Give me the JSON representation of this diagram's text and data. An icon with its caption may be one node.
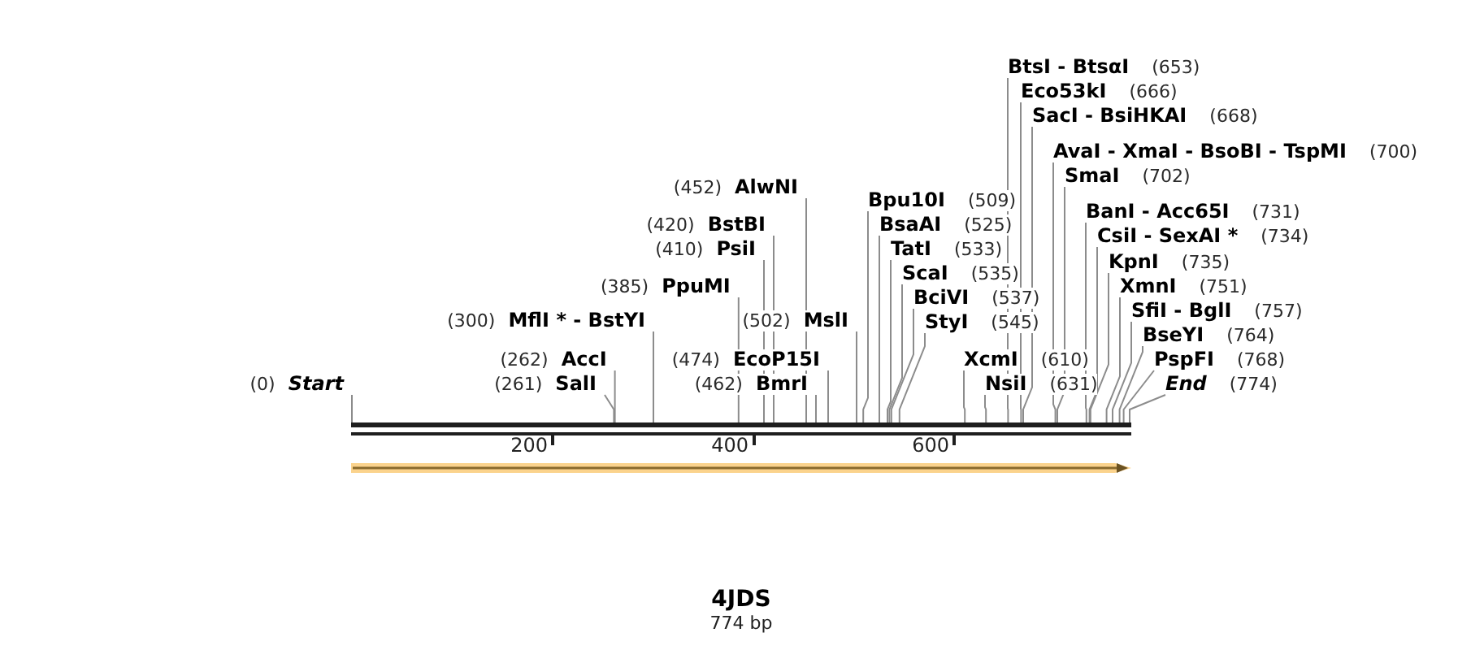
{
  "diagram": {
    "title": "4JDS",
    "caption": "774 bp",
    "nodes": [
      {
        "text": [
          "BtsI - BtsαI",
          "(653)"
        ]
      },
      {
        "text": [
          "Eco53kI",
          "(666)"
        ]
      },
      {
        "text": [
          "SacI - BsiHKAI",
          "(668)"
        ]
      },
      {
        "text": [
          "AvaI - XmaI - BsoBI - TspMI",
          "(700)"
        ]
      },
      {
        "text": [
          "SmaI",
          "(702)"
        ]
      },
      {
        "text": [
          "(452)",
          "AlwNI"
        ]
      },
      {
        "text": [
          "Bpu10I",
          "(509)"
        ]
      },
      {
        "text": [
          "BanI - Acc65I",
          "(731)"
        ]
      },
      {
        "text": [
          "(420)",
          "BstBI"
        ]
      },
      {
        "text": [
          "BsaAI",
          "(525)"
        ]
      },
      {
        "text": [
          "CsiI - SexAI *",
          "(734)"
        ]
      },
      {
        "text": [
          "(410)",
          "PsiI"
        ]
      },
      {
        "text": [
          "TatI",
          "(533)"
        ]
      },
      {
        "text": [
          "KpnI",
          "(735)"
        ]
      },
      {
        "text": [
          "ScaI",
          "(535)"
        ]
      },
      {
        "text": [
          "(385)",
          "PpuMI"
        ]
      },
      {
        "text": [
          "XmnI",
          "(751)"
        ]
      },
      {
        "text": [
          "BciVI",
          "(537)"
        ]
      },
      {
        "text": [
          "SfiI - BglI",
          "(757)"
        ]
      },
      {
        "text": [
          "(300)",
          "MflI * - BstYI"
        ]
      },
      {
        "text": [
          "(502)",
          "MslI"
        ]
      },
      {
        "text": [
          "StyI",
          "(545)"
        ]
      },
      {
        "text": [
          "BseYI",
          "(764)"
        ]
      },
      {
        "text": [
          "(262)",
          "AccI"
        ]
      },
      {
        "text": [
          "(474)",
          "EcoP15I"
        ]
      },
      {
        "text": [
          "XcmI",
          "(610)"
        ]
      },
      {
        "text": [
          "PspFI",
          "(768)"
        ]
      },
      {
        "text": [
          "(0)",
          "Start"
        ]
      },
      {
        "text": [
          "(261)",
          "SalI"
        ]
      },
      {
        "text": [
          "(462)",
          "BmrI"
        ]
      },
      {
        "text": [
          "NsiI",
          "(631)"
        ]
      },
      {
        "text": [
          "End",
          "(774)"
        ]
      },
      {
        "text": [],
        "shape": "bar"
      }
    ],
    "edges": [
      {
        "from": 0,
        "to": 32,
        "arrow": "none"
      },
      {
        "from": 1,
        "to": 32,
        "arrow": "none"
      },
      {
        "from": 2,
        "to": 32,
        "arrow": "none"
      },
      {
        "from": 3,
        "to": 32,
        "arrow": "none"
      },
      {
        "from": 4,
        "to": 32,
        "arrow": "none"
      },
      {
        "from": 5,
        "to": 32,
        "arrow": "none"
      },
      {
        "from": 6,
        "to": 32,
        "arrow": "none"
      },
      {
        "from": 7,
        "to": 32,
        "arrow": "none"
      },
      {
        "from": 8,
        "to": 32,
        "arrow": "none"
      },
      {
        "from": 9,
        "to": 32,
        "arrow": "none"
      },
      {
        "from": 10,
        "to": 32,
        "arrow": "none"
      },
      {
        "from": 11,
        "to": 32,
        "arrow": "none"
      },
      {
        "from": 12,
        "to": 32,
        "arrow": "none"
      },
      {
        "from": 13,
        "to": 32,
        "arrow": "none"
      },
      {
        "from": 14,
        "to": 32,
        "arrow": "none"
      },
      {
        "from": 15,
        "to": 32,
        "arrow": "none"
      },
      {
        "from": 16,
        "to": 32,
        "arrow": "none"
      },
      {
        "from": 17,
        "to": 32,
        "arrow": "none"
      },
      {
        "from": 18,
        "to": 32,
        "arrow": "none"
      },
      {
        "from": 19,
        "to": 32,
        "arrow": "none"
      },
      {
        "from": 20,
        "to": 32,
        "arrow": "none"
      },
      {
        "from": 21,
        "to": 32,
        "arrow": "none"
      },
      {
        "from": 22,
        "to": 32,
        "arrow": "none"
      },
      {
        "from": 23,
        "to": 32,
        "arrow": "none"
      },
      {
        "from": 24,
        "to": 32,
        "arrow": "none"
      },
      {
        "from": 25,
        "to": 32,
        "arrow": "none"
      },
      {
        "from": 26,
        "to": 32,
        "arrow": "none"
      },
      {
        "from": 27,
        "to": 32,
        "arrow": "none"
      },
      {
        "from": 28,
        "to": 32,
        "arrow": "none"
      },
      {
        "from": 29,
        "to": 32,
        "arrow": "none"
      },
      {
        "from": 30,
        "to": 32,
        "arrow": "none"
      },
      {
        "from": 31,
        "to": 32,
        "arrow": "none"
      }
    ],
    "labels": [
      "200",
      "400",
      "600"
    ]
  }
}
